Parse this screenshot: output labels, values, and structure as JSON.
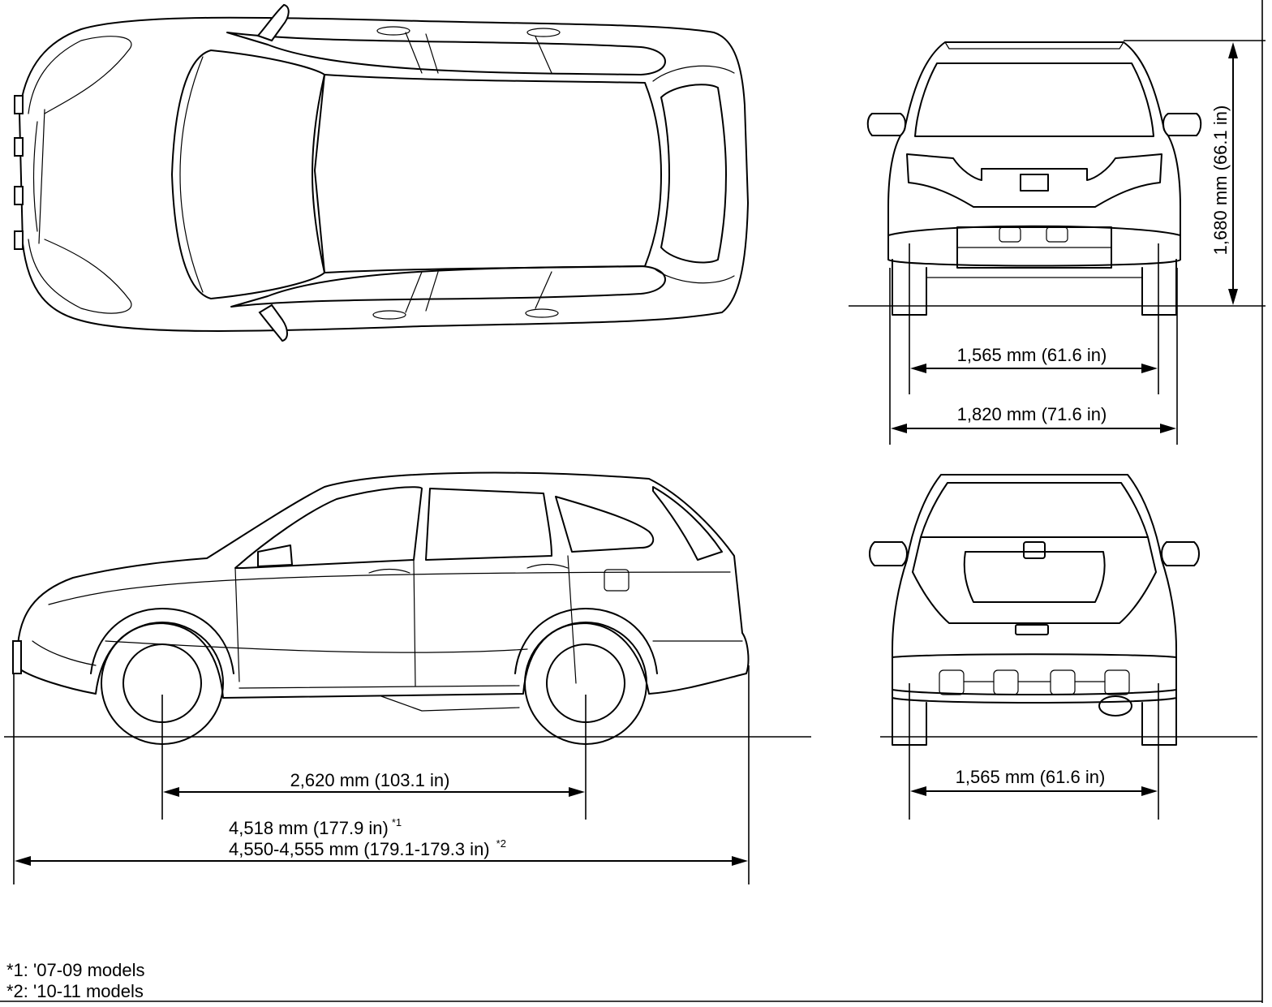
{
  "dimensions": {
    "height": "1,680 mm (66.1 in)",
    "front_tread": "1,565 mm (61.6 in)",
    "width": "1,820 mm (71.6 in)",
    "wheelbase": "2,620 mm (103.1 in)",
    "length_1": "4,518 mm (177.9 in)",
    "length_1_mark": "*1",
    "length_2": "4,550-4,555 mm (179.1-179.3 in)",
    "length_2_mark": "*2",
    "rear_tread": "1,565 mm (61.6 in)"
  },
  "footnotes": [
    "*1: '07-09 models",
    "*2: '10-11 models"
  ]
}
